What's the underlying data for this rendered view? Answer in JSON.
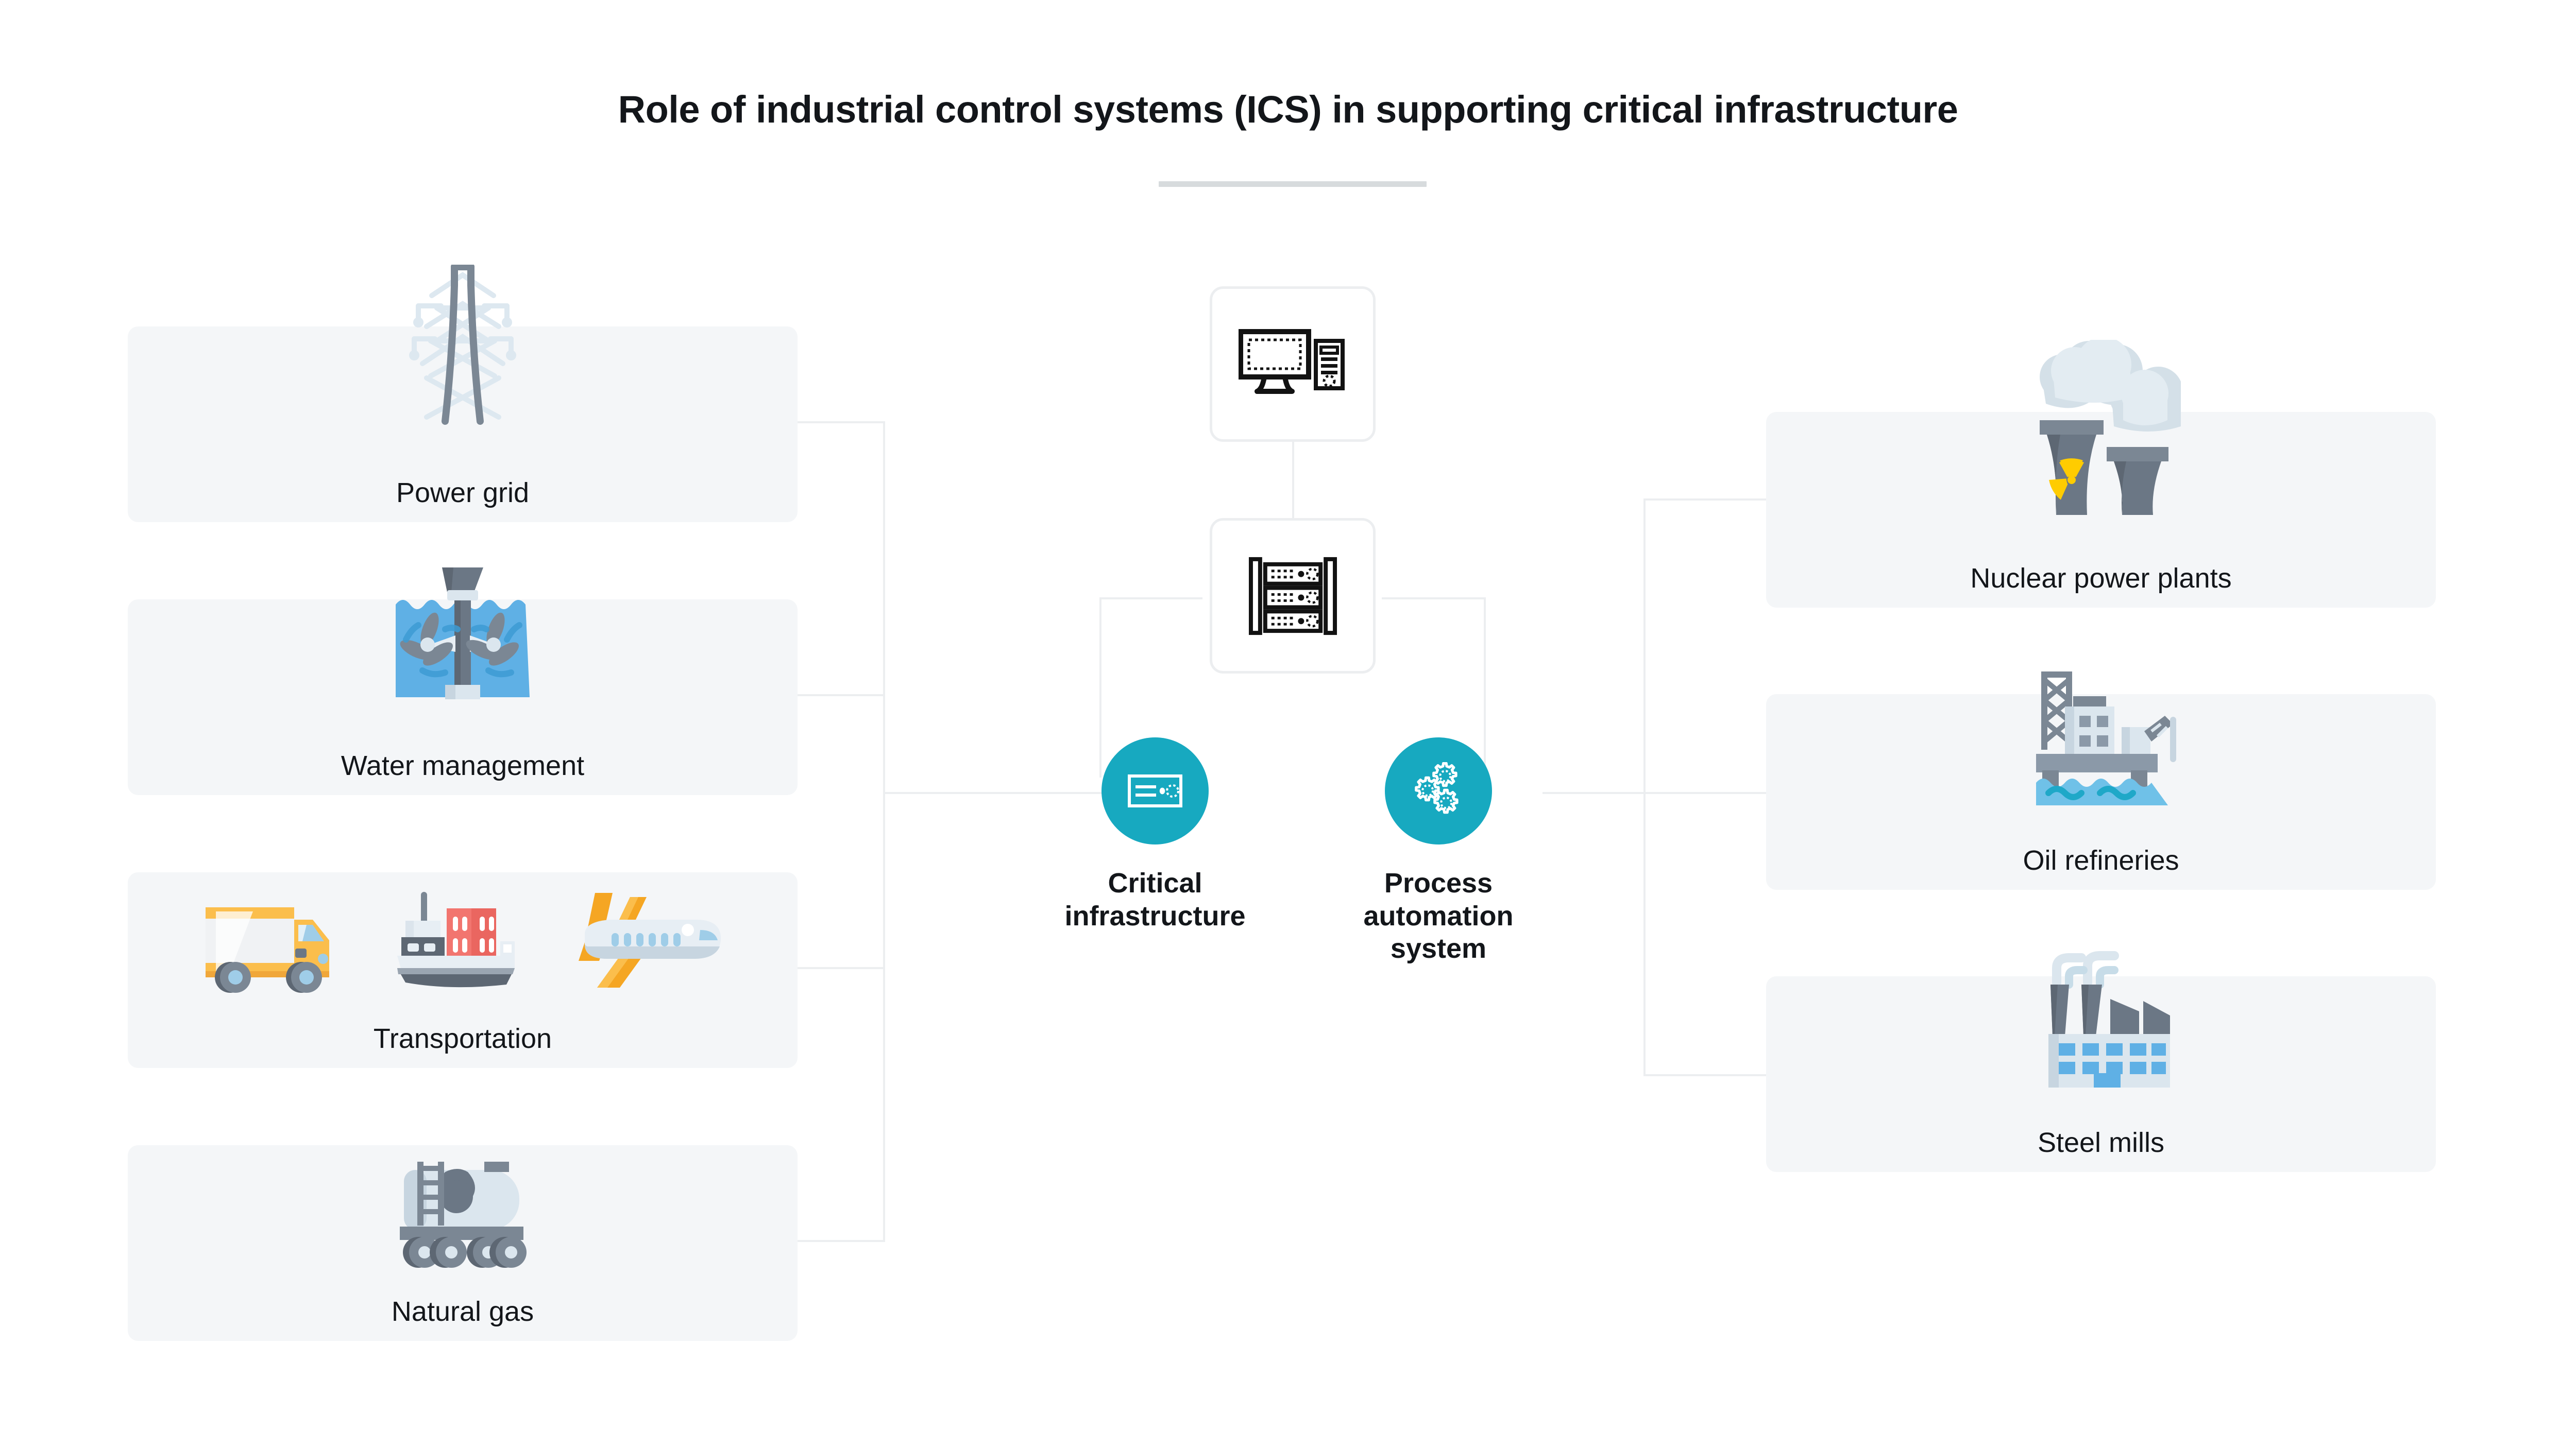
{
  "header": {
    "title": "Role of industrial control systems (ICS) in supporting critical infrastructure",
    "divider_color": "#d7dbdd"
  },
  "theme": {
    "accent_teal": "#17a9c0",
    "card_bg": "#f4f6f8",
    "wire_color": "#eceef0",
    "text_color": "#13161a"
  },
  "left_column": {
    "items": [
      {
        "label": "Power grid",
        "icon": "transmission-tower-icon"
      },
      {
        "label": "Water management",
        "icon": "water-turbine-icon"
      },
      {
        "label": "Transportation",
        "icon": "truck-ship-airplane-icons"
      },
      {
        "label": "Natural gas",
        "icon": "gas-tanker-wagon-icon"
      }
    ]
  },
  "center_column": {
    "hub_boxes": [
      {
        "icon": "desktop-computer-icon"
      },
      {
        "icon": "server-rack-icon"
      }
    ],
    "nodes": [
      {
        "label": "Critical\ninfrastructure",
        "icon": "server-unit-icon"
      },
      {
        "label": "Process\nautomation\nsystem",
        "icon": "gears-icon"
      }
    ]
  },
  "right_column": {
    "items": [
      {
        "label": "Nuclear power plants",
        "icon": "nuclear-cooling-towers-icon"
      },
      {
        "label": "Oil refineries",
        "icon": "offshore-oil-rig-icon"
      },
      {
        "label": "Steel mills",
        "icon": "factory-icon"
      }
    ]
  }
}
